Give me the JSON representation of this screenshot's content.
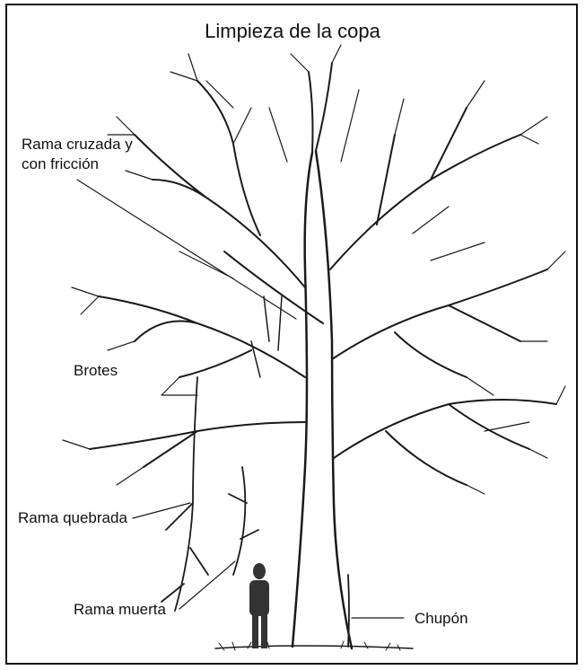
{
  "title": "Limpieza de la copa",
  "labels": {
    "crossed_branch_line1": "Rama cruzada y",
    "crossed_branch_line2": "con fricción",
    "shoots": "Brotes",
    "broken_branch": "Rama quebrada",
    "dead_branch": "Rama muerta",
    "sucker": "Chupón"
  },
  "colors": {
    "ink": "#111111",
    "figure": "#333333"
  }
}
